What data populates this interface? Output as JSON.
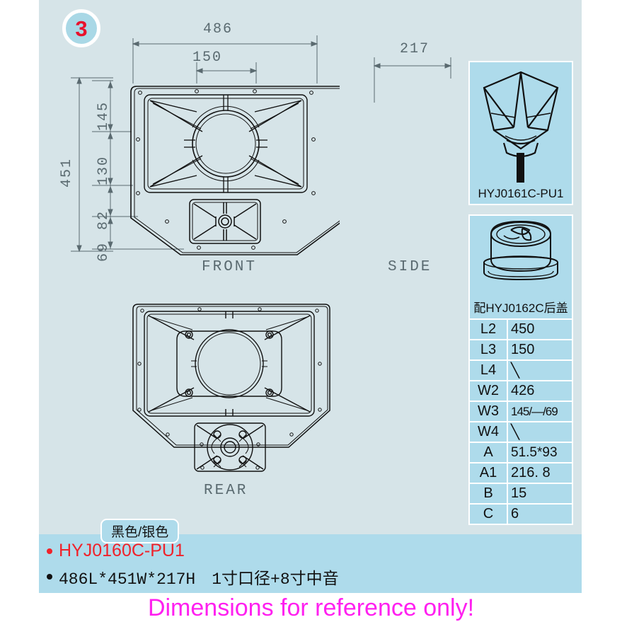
{
  "badge": {
    "number": "3"
  },
  "views": {
    "front": {
      "label": "FRONT"
    },
    "side": {
      "label": "SIDE"
    },
    "rear": {
      "label": "REAR"
    }
  },
  "dimensions": {
    "front_width_overall": "486",
    "front_width_inner": "150",
    "front_height_overall": "451",
    "front_seg_145": "145",
    "front_seg_130": "130",
    "front_seg_82": "82",
    "front_seg_69": "69",
    "side_depth": "217"
  },
  "panels": [
    {
      "caption": "HYJ0161C-PU1",
      "icon": "horn-flare-image"
    },
    {
      "caption": "配HYJ0162C后盖",
      "icon": "rear-cover-image"
    }
  ],
  "spec_table": {
    "rows": [
      {
        "key": "L2",
        "value": "450"
      },
      {
        "key": "L3",
        "value": "150"
      },
      {
        "key": "L4",
        "value": "╲"
      },
      {
        "key": "W2",
        "value": "426"
      },
      {
        "key": "W3",
        "value": "145/—/69"
      },
      {
        "key": "W4",
        "value": "╲"
      },
      {
        "key": "A",
        "value": "51.5*93"
      },
      {
        "key": "A1",
        "value": "216. 8"
      },
      {
        "key": "B",
        "value": "15"
      },
      {
        "key": "C",
        "value": "6"
      }
    ]
  },
  "color_chip": {
    "label": "黑色/银色"
  },
  "info": {
    "model": "HYJ0160C-PU1",
    "spec": "486L*451W*217H　1寸口径+8寸中音",
    "model_dot_color": "#f0222a",
    "spec_dot_color": "#111111"
  },
  "footer": {
    "text": "Dimensions for reference only!"
  },
  "colors": {
    "background_main": "#d6e4e8",
    "background_info": "#aedbeb",
    "badge_fill": "#a9d8e6",
    "badge_text": "#e8112d",
    "footer_text": "#ff20f0",
    "line": "#111111",
    "dim_line": "#5a6a70"
  }
}
